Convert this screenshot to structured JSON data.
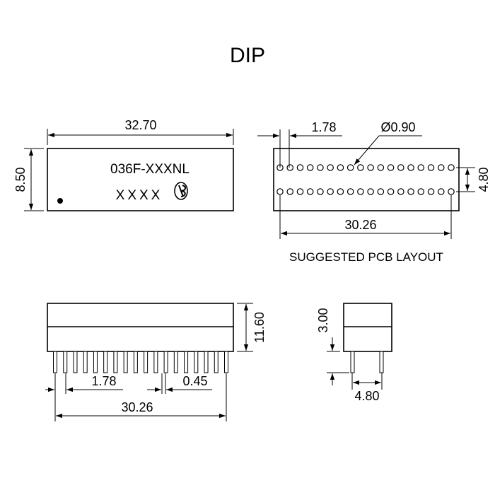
{
  "title": "DIP",
  "top_view": {
    "dim_length": "32.70",
    "dim_height": "8.50",
    "marking_line1": "036F-XXXNL",
    "marking_line2": "XXXX",
    "logo_icon": "company-logo-icon"
  },
  "pcb_layout": {
    "dim_pitch": "1.78",
    "dim_hole": "Ø0.90",
    "dim_row_spacing": "4.80",
    "dim_span": "30.26",
    "caption": "SUGGESTED PCB LAYOUT",
    "pins_per_row": 18
  },
  "side_view": {
    "dim_height": "11.60",
    "dim_pitch": "1.78",
    "dim_pin_width": "0.45",
    "dim_span": "30.26",
    "pin_count": 18
  },
  "end_view": {
    "dim_pin_length": "3.00",
    "dim_row_spacing": "4.80"
  }
}
